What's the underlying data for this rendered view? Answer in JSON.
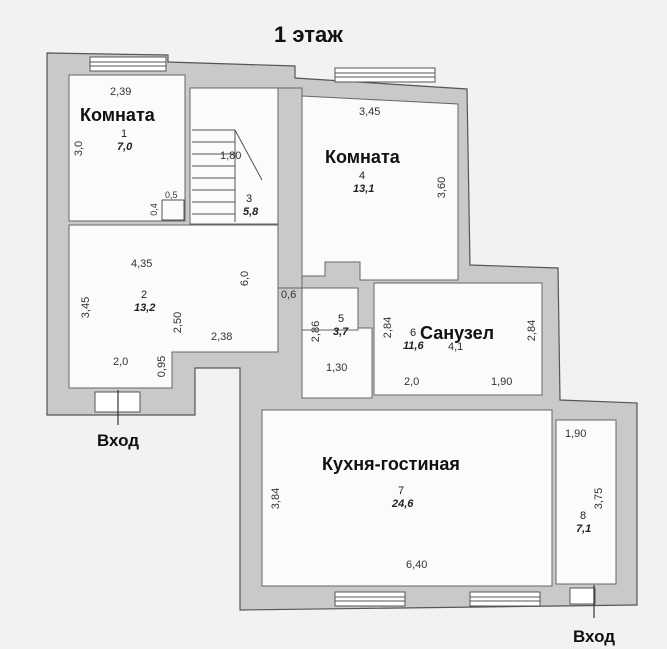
{
  "title": "1 этаж",
  "entrances": [
    "Вход",
    "Вход"
  ],
  "rooms": [
    {
      "num": "1",
      "area": "7,0",
      "name": "Комната"
    },
    {
      "num": "2",
      "area": "13,2",
      "name": ""
    },
    {
      "num": "3",
      "area": "5,8",
      "name": ""
    },
    {
      "num": "4",
      "area": "13,1",
      "name": "Комната"
    },
    {
      "num": "5",
      "area": "3,7",
      "name": ""
    },
    {
      "num": "6",
      "area": "11,6",
      "name": "Санузел"
    },
    {
      "num": "7",
      "area": "24,6",
      "name": "Кухня-гостиная"
    },
    {
      "num": "8",
      "area": "7,1",
      "name": ""
    }
  ],
  "dimensions": {
    "d_2_39": "2,39",
    "d_3_0": "3,0",
    "d_0_5": "0,5",
    "d_0_4": "0,4",
    "d_1_80": "1,80",
    "d_3_45_top": "3,45",
    "d_3_60": "3,60",
    "d_4_35": "4,35",
    "d_6_0": "6,0",
    "d_0_6": "0,6",
    "d_3_45_left": "3,45",
    "d_2_50": "2,50",
    "d_2_38": "2,38",
    "d_2_86": "2,86",
    "d_2_84_a": "2,84",
    "d_2_84_b": "2,84",
    "d_4_1": "4,1",
    "d_2_0_left": "2,0",
    "d_0_95": "0,95",
    "d_1_30": "1,30",
    "d_2_0_bath": "2,0",
    "d_1_90_bath": "1,90",
    "d_1_90_right": "1,90",
    "d_3_84": "3,84",
    "d_3_75": "3,75",
    "d_6_40": "6,40"
  }
}
